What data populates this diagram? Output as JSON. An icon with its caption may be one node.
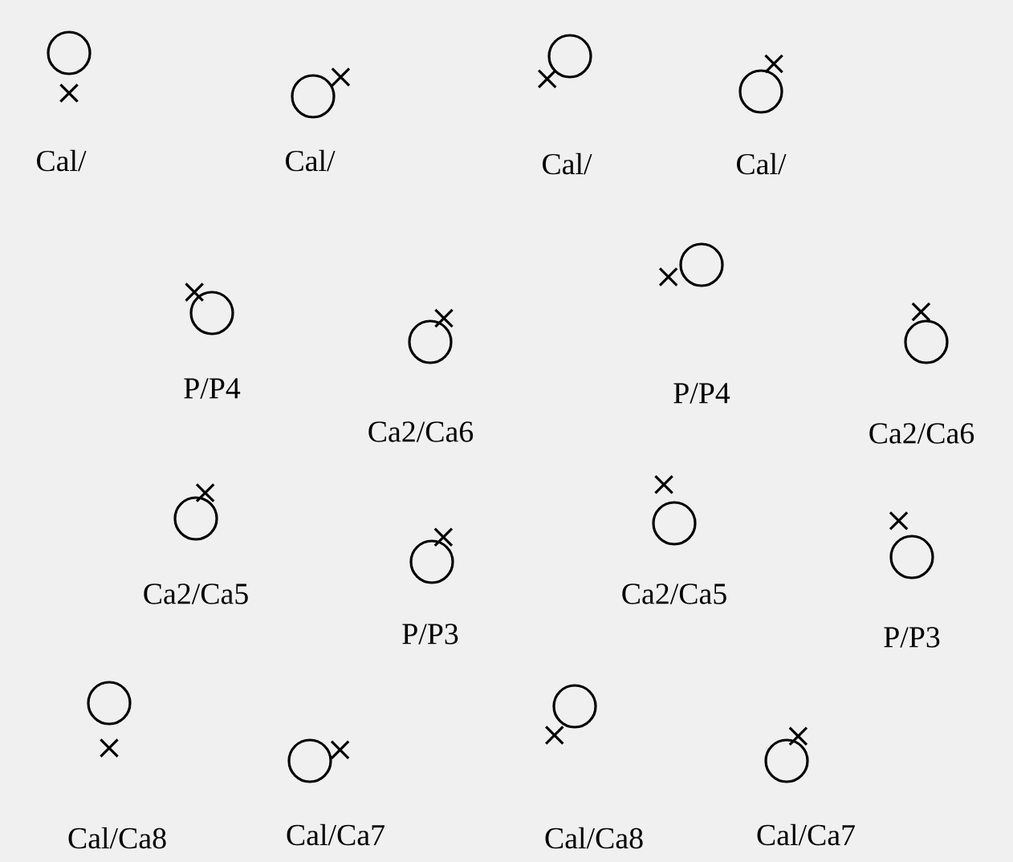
{
  "diagram": {
    "labels": [
      "Cal/",
      "Cal/",
      "Cal/",
      "Cal/",
      "P/P4",
      "Ca2/Ca6",
      "P/P4",
      "Ca2/Ca6",
      "Ca2/Ca5",
      "P/P3",
      "Ca2/Ca5",
      "P/P3",
      "Cal/Ca8",
      "Cal/Ca7",
      "Cal/Ca8",
      "Cal/Ca7"
    ]
  }
}
